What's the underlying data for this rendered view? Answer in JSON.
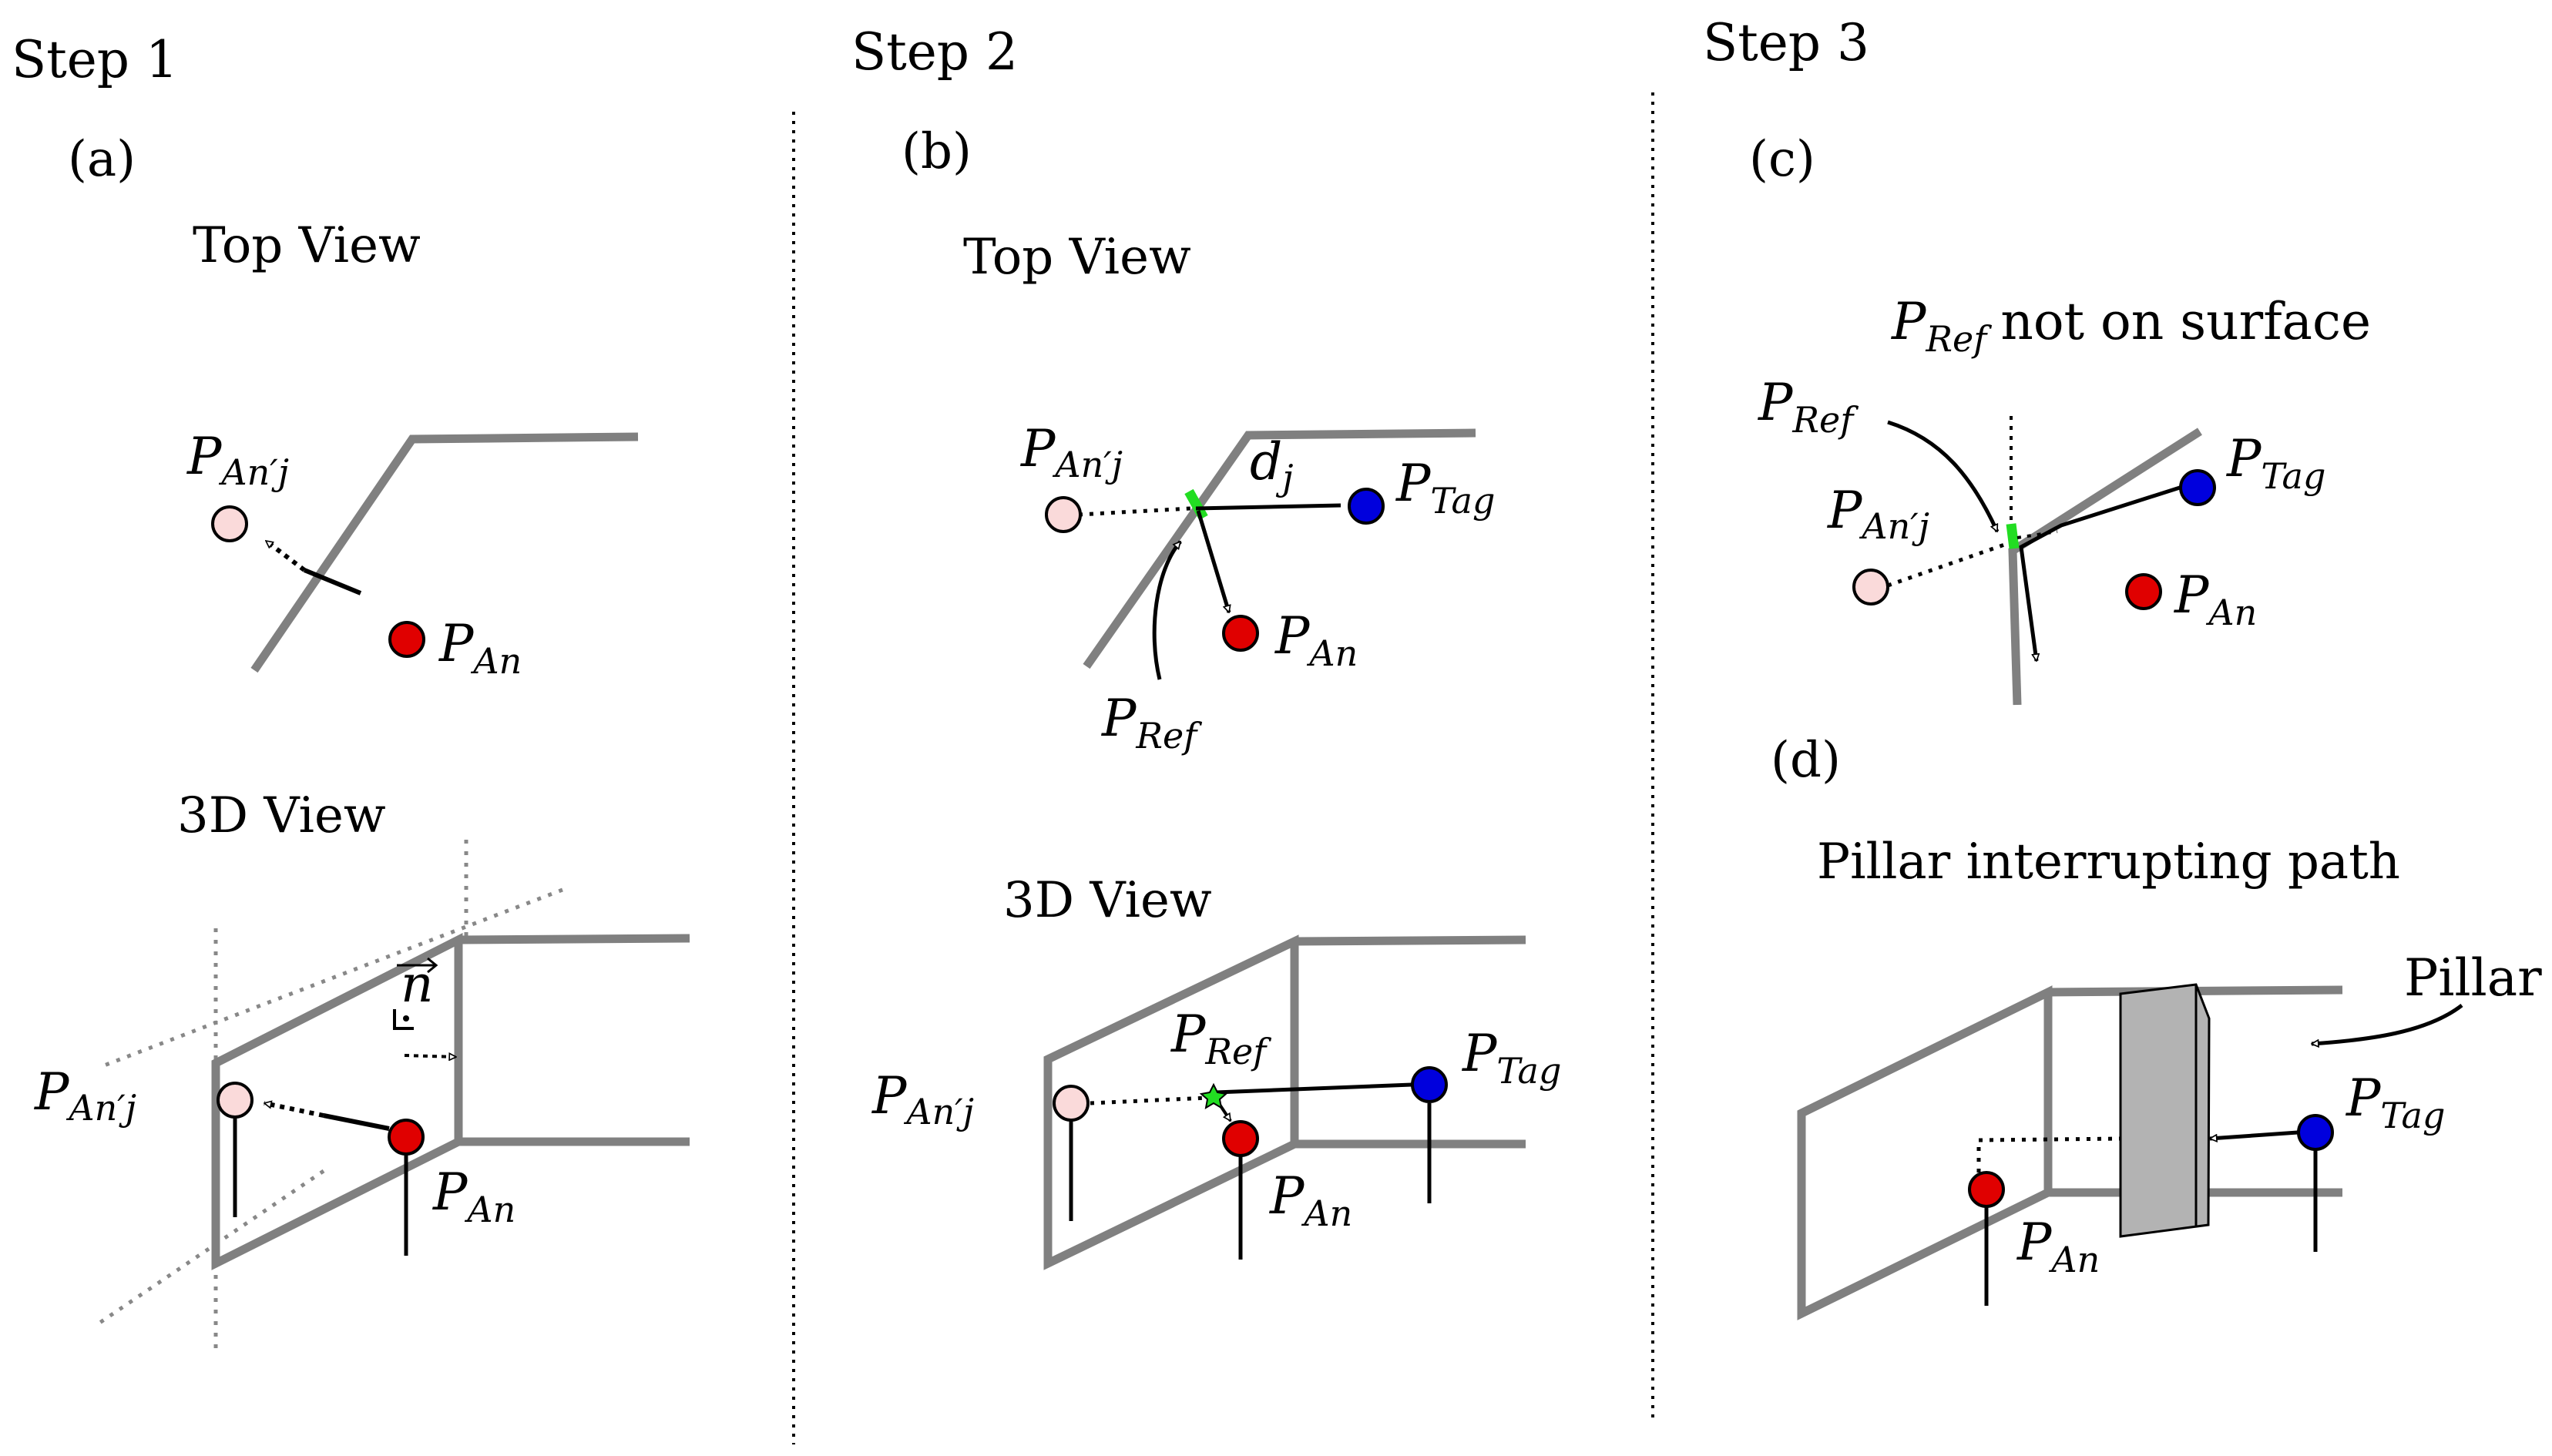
{
  "steps": {
    "step1": "Step 1",
    "step2": "Step 2",
    "step3": "Step 3"
  },
  "panels": {
    "a": "(a)",
    "b": "(b)",
    "c": "(c)",
    "d": "(d)"
  },
  "views": {
    "a_top": "Top View",
    "a_3d": "3D View",
    "b_top": "Top View",
    "b_3d": "3D View",
    "c_title_rest": "not on surface",
    "d_title": "Pillar interrupting path",
    "d_pillar": "Pillar"
  },
  "symbols": {
    "P": "P",
    "An": "An",
    "AnPrime": "An′",
    "j": "j",
    "Tag": "Tag",
    "Ref": "Ref",
    "d": "d",
    "n": "n"
  },
  "colors": {
    "wall": "#808080",
    "anchor": "#e00000",
    "anchor_image": "#fadada",
    "tag": "#0000dd",
    "reflection": "#22dd22",
    "pillar": "#b3b3b3"
  }
}
